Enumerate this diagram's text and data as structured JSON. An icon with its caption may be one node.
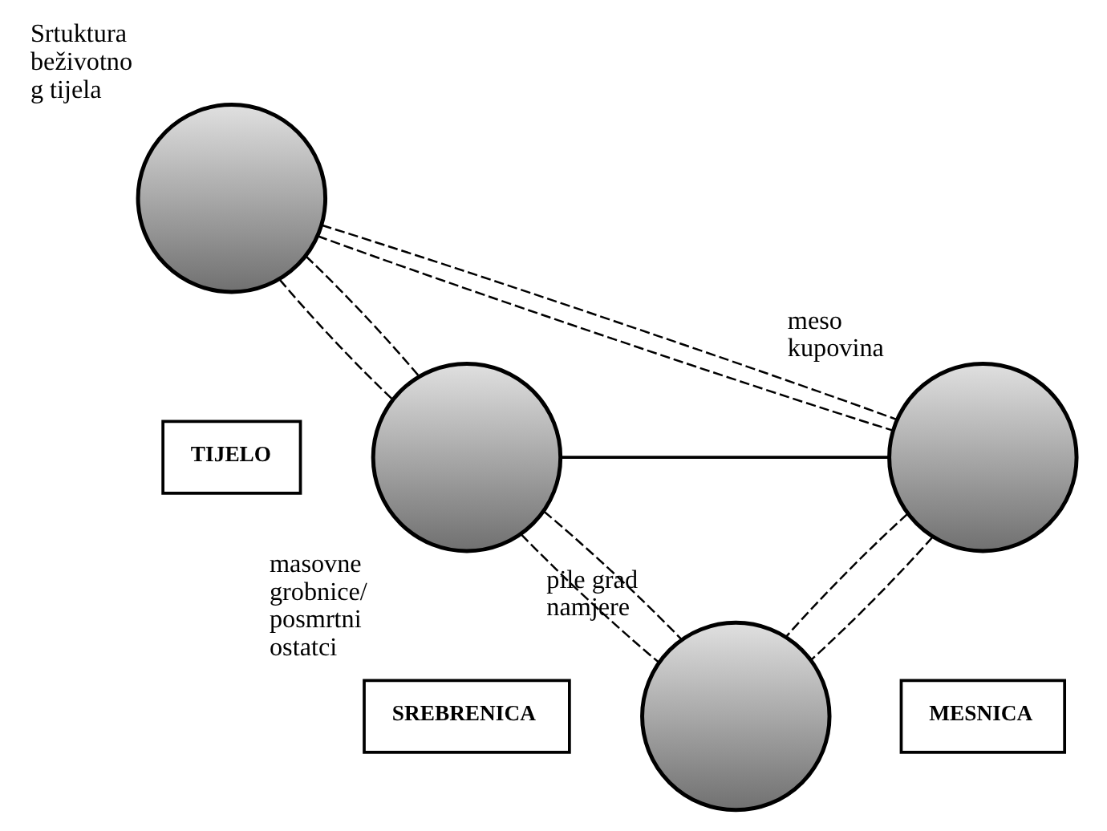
{
  "diagram": {
    "nodes": [
      {
        "text": [],
        "shape": "circle",
        "beside": [
          "Srtuktura beživotno g tijela"
        ]
      },
      {
        "text": [
          "TIJELO"
        ]
      },
      {
        "text": [],
        "shape": "circle",
        "beside": [
          "masovne grobnice/ posmrtni ostatci"
        ]
      },
      {
        "text": [
          "SREBRENICA"
        ]
      },
      {
        "text": [],
        "shape": "circle",
        "beside": [
          "meso kupovina"
        ]
      },
      {
        "text": [
          "MESNICA"
        ]
      },
      {
        "text": [],
        "shape": "circle",
        "beside": [
          "pile grad namjere"
        ]
      }
    ],
    "edges": [
      {
        "from": 0,
        "to": 2,
        "arrow": "none",
        "style": "dashed"
      },
      {
        "from": 0,
        "to": 2,
        "arrow": "none",
        "style": "dashed"
      },
      {
        "from": 0,
        "to": 4,
        "arrow": "none",
        "style": "dashed"
      },
      {
        "from": 0,
        "to": 4,
        "arrow": "none",
        "style": "dashed"
      },
      {
        "from": 2,
        "to": 4,
        "arrow": "none"
      },
      {
        "from": 2,
        "to": 6,
        "arrow": "none",
        "style": "dashed"
      },
      {
        "from": 2,
        "to": 6,
        "arrow": "none",
        "style": "dashed"
      },
      {
        "from": 4,
        "to": 6,
        "arrow": "none",
        "style": "dashed"
      },
      {
        "from": 4,
        "to": 6,
        "arrow": "none",
        "style": "dashed"
      }
    ]
  }
}
